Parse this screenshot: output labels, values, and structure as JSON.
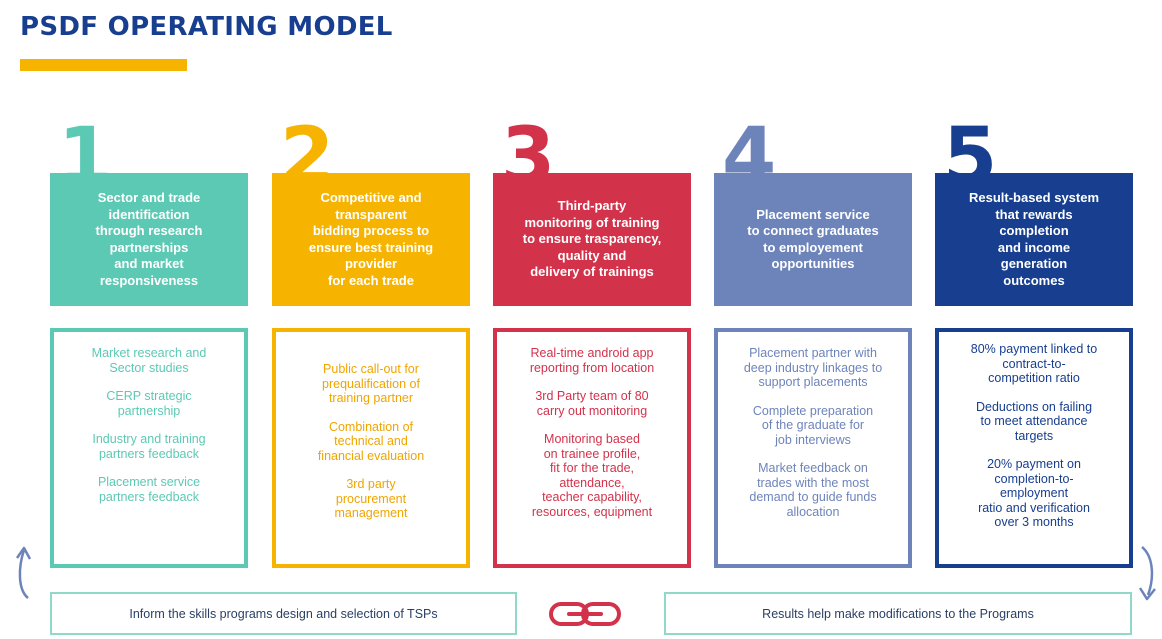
{
  "title": "PSDF OPERATING MODEL",
  "steps": [
    {
      "number": "1",
      "heading": "Sector and trade\nidentification\nthrough research\npartnerships\nand market\nresponsiveness",
      "items": [
        "Market research and\nSector studies",
        "CERP strategic\npartnership",
        "Industry and training\npartners feedback",
        "Placement service\npartners feedback"
      ]
    },
    {
      "number": "2",
      "heading": "Competitive and\ntransparent\nbidding process to\nensure best training\nprovider\nfor each trade",
      "items": [
        "Public call-out for\nprequalification of\ntraining partner",
        "Combination of\ntechnical and\nfinancial evaluation",
        "3rd party\nprocurement\nmanagement"
      ]
    },
    {
      "number": "3",
      "heading": "Third-party\nmonitoring of training\nto ensure trasparency,\nquality and\ndelivery of trainings",
      "items": [
        "Real-time android app\nreporting from location",
        "3rd Party team of 80\ncarry out monitoring",
        "Monitoring based\non trainee profile,\nfit for the trade,\nattendance,\nteacher capability,\nresources, equipment"
      ]
    },
    {
      "number": "4",
      "heading": "Placement service\nto connect graduates\nto employement\nopportunities",
      "items": [
        "Placement partner with\ndeep industry linkages to\nsupport placements",
        "Complete preparation\nof the graduate for\njob interviews",
        "Market feedback on\ntrades with the most\ndemand to guide funds\nallocation"
      ]
    },
    {
      "number": "5",
      "heading": "Result-based system\nthat rewards\ncompletion\nand income\ngeneration\noutcomes",
      "items": [
        "80% payment linked to\ncontract-to-\ncompetition ratio",
        "Deductions on failing\nto meet attendance\ntargets",
        "20% payment on\ncompletion-to-\nemployment\nratio and verification\nover 3 months"
      ]
    }
  ],
  "footer": {
    "left": "Inform the skills programs design and selection of TSPs",
    "right": "Results help make modifications to the Programs",
    "center_icon": "chain-link-icon",
    "left_arrow_icon": "curved-arrow-up-icon",
    "right_arrow_icon": "curved-arrow-down-icon"
  },
  "colors": {
    "step1": "#5cc9b4",
    "step2": "#f6b400",
    "step3": "#d3324b",
    "step4": "#6d84bb",
    "step5": "#173e8f",
    "title": "#173e8f",
    "accent_bar": "#f6b400"
  }
}
